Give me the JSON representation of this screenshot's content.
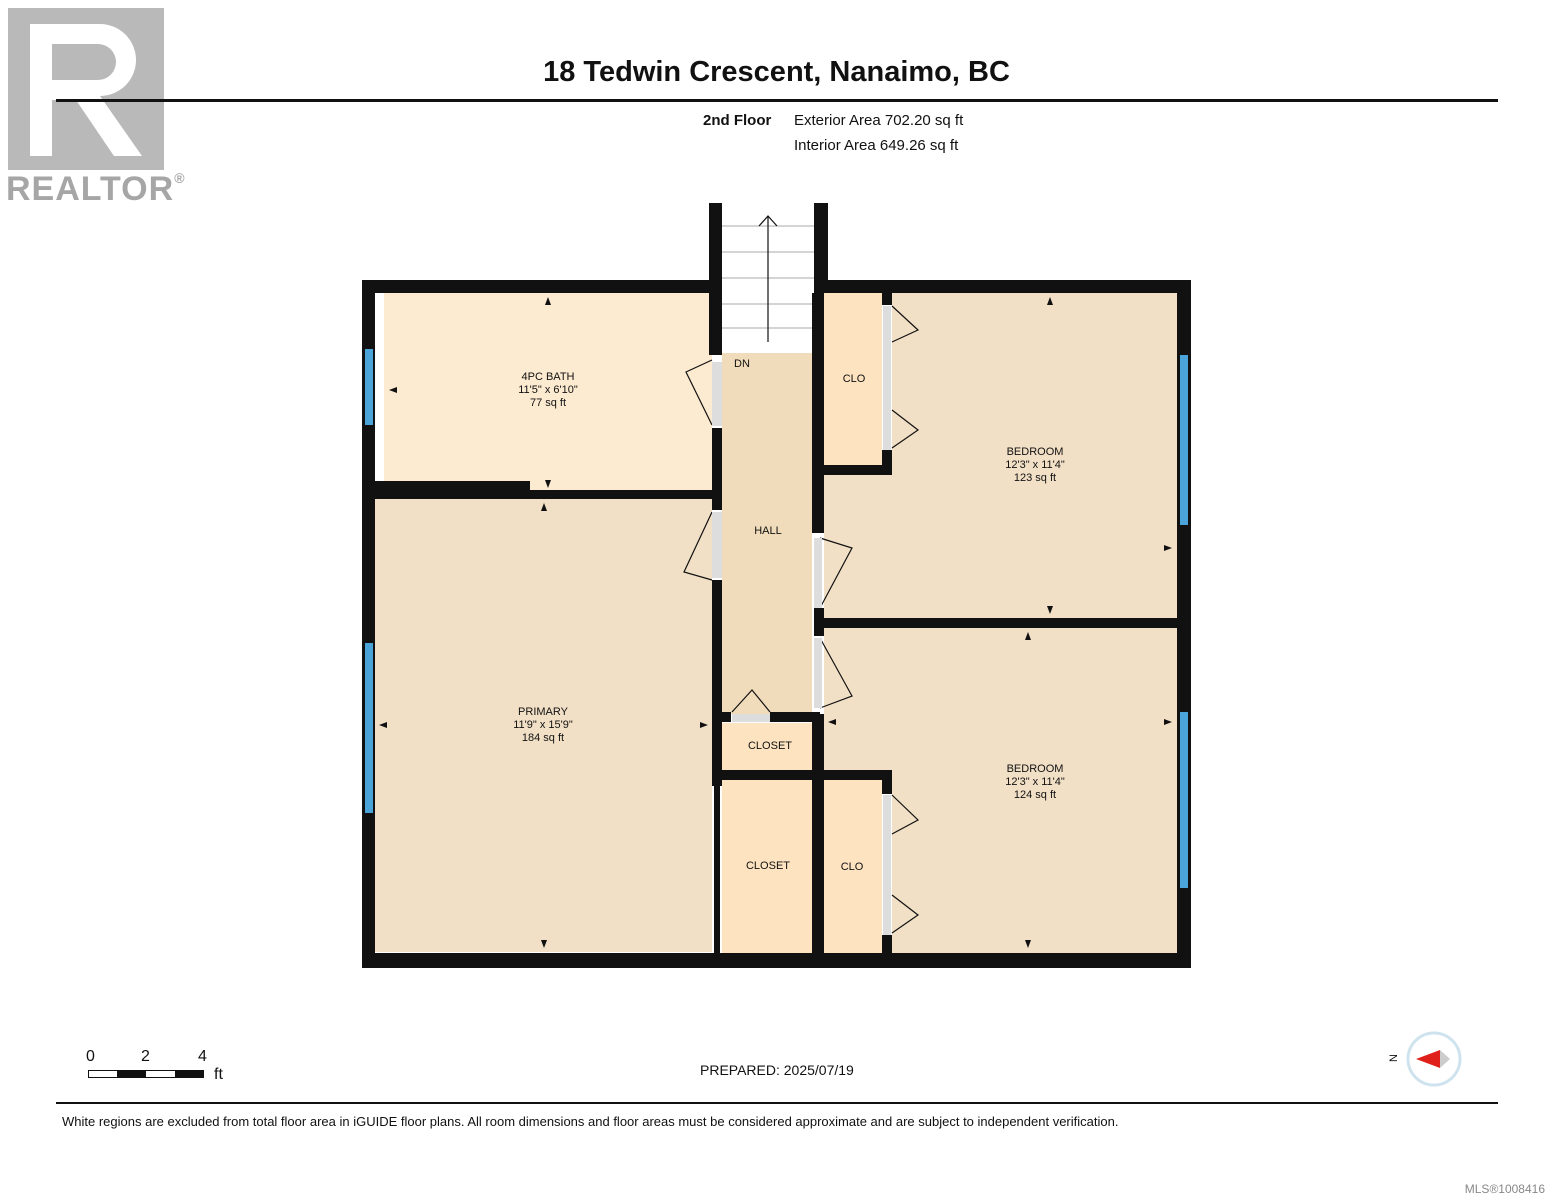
{
  "logo": {
    "text": "REALTOR",
    "mark": "®"
  },
  "header": {
    "title": "18 Tedwin Crescent, Nanaimo, BC",
    "floor": "2nd Floor",
    "exterior_area": "Exterior Area 702.20 sq ft",
    "interior_area": "Interior Area 649.26 sq ft"
  },
  "rooms": [
    {
      "id": "bath",
      "name": "4PC BATH",
      "dims": "11'5\" x 6'10\"",
      "area": "77 sq ft"
    },
    {
      "id": "primary",
      "name": "PRIMARY",
      "dims": "11'9\" x 15'9\"",
      "area": "184 sq ft"
    },
    {
      "id": "bed1",
      "name": "BEDROOM",
      "dims": "12'3\" x 11'4\"",
      "area": "123 sq ft"
    },
    {
      "id": "bed2",
      "name": "BEDROOM",
      "dims": "12'3\" x 11'4\"",
      "area": "124 sq ft"
    }
  ],
  "small_labels": {
    "hall": "HALL",
    "down": "DN",
    "clo_top": "CLO",
    "clo_bottom": "CLO",
    "closet_small": "CLOSET",
    "closet_large": "CLOSET"
  },
  "scale": {
    "ticks": [
      "0",
      "2",
      "4"
    ],
    "unit": "ft"
  },
  "compass": {
    "label": "N"
  },
  "footer": {
    "prepared": "PREPARED: 2025/07/19",
    "disclaimer": "White regions are excluded from total floor area in iGUIDE floor plans. All room dimensions and floor areas must be considered approximate and are subject to independent verification.",
    "mls": "MLS®1008416"
  },
  "colors": {
    "wall": "#111111",
    "room_fill": "#f2e0c6",
    "bath_fill": "#fdebd1",
    "hall_fill": "#f0dcba",
    "closet_fill": "#fde3c0",
    "window": "#4aa3d9",
    "compass_red": "#e0201b"
  }
}
